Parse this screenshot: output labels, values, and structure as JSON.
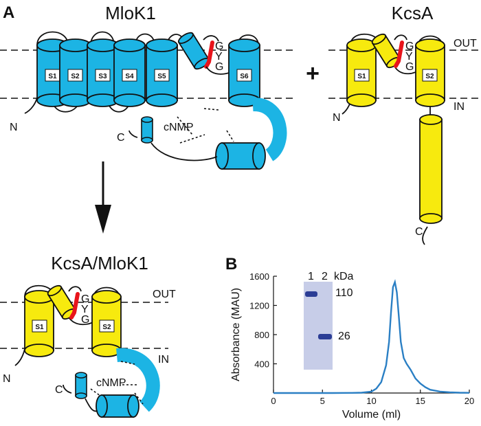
{
  "panels": {
    "A": {
      "letter": "A",
      "mlok1": {
        "title": "MloK1",
        "segments": [
          "S1",
          "S2",
          "S3",
          "S4",
          "S5",
          "S6"
        ],
        "filter_letters": [
          "G",
          "Y",
          "G"
        ],
        "n_term": "N",
        "c_term": "C",
        "cnmp": "cNMP"
      },
      "plus": "+",
      "kcsa": {
        "title": "KcsA",
        "segments": [
          "S1",
          "S2"
        ],
        "filter_letters": [
          "G",
          "Y",
          "G"
        ],
        "out": "OUT",
        "in": "IN",
        "n_term": "N",
        "c_term": "C"
      },
      "chimera": {
        "title": "KcsA/MloK1",
        "segments": [
          "S1",
          "S2"
        ],
        "filter_letters": [
          "G",
          "Y",
          "G"
        ],
        "out": "OUT",
        "in": "IN",
        "n_term": "N",
        "c_term": "C",
        "cnmp": "cNMP"
      }
    },
    "B": {
      "letter": "B",
      "gel": {
        "lanes": [
          "1",
          "2"
        ],
        "unit": "kDa",
        "markers": [
          "110",
          "26"
        ]
      }
    }
  },
  "colors": {
    "mlok1": "#1cb4e4",
    "kcsa": "#f7ea0e",
    "filter": "#e8141b",
    "trace": "#2a7fc4",
    "gel_bg": "#c7cde8",
    "gel_band": "#2b3d95"
  },
  "chart_data": {
    "type": "line",
    "xlabel": "Volume (ml)",
    "ylabel": "Absorbance (MAU)",
    "xlim": [
      0,
      20
    ],
    "ylim": [
      0,
      1600
    ],
    "xticks": [
      0,
      5,
      10,
      15,
      20
    ],
    "yticks": [
      400,
      800,
      1200,
      1600
    ],
    "series": [
      {
        "x": [
          0,
          2,
          4,
          6,
          8,
          9,
          10,
          10.5,
          11,
          11.5,
          11.8,
          12.0,
          12.2,
          12.4,
          12.6,
          12.8,
          13.0,
          13.3,
          13.6,
          14.0,
          14.5,
          15.0,
          15.5,
          16,
          17,
          18,
          19,
          20
        ],
        "y": [
          0,
          0,
          0,
          0,
          2,
          5,
          20,
          60,
          150,
          380,
          700,
          1100,
          1450,
          1520,
          1380,
          1050,
          700,
          480,
          400,
          320,
          200,
          130,
          80,
          45,
          20,
          10,
          5,
          3
        ]
      }
    ]
  }
}
